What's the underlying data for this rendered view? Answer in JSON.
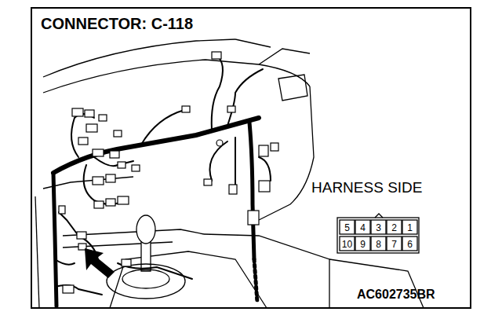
{
  "diagram": {
    "title": "CONNECTOR: C-118",
    "labels": [
      "HARNESS SIDE",
      "5",
      "4",
      "3",
      "2",
      "1",
      "10",
      "9",
      "8",
      "7",
      "6",
      "AC602735BR"
    ]
  }
}
